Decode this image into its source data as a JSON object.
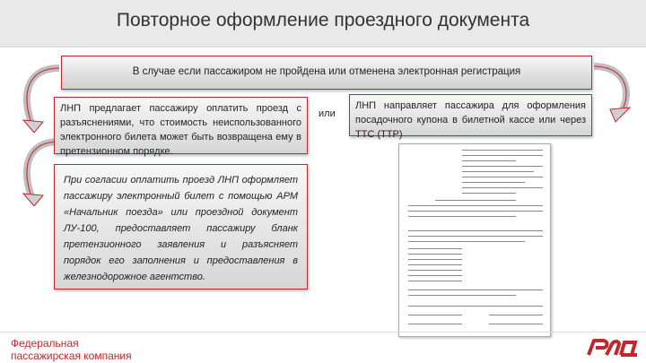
{
  "title": "Повторное оформление проездного документа",
  "banner": "В случае если пассажиром не пройдена или отменена электронная регистрация",
  "left_top_text": "ЛНП предлагает пассажиру оплатить проезд с разъяснениями, что стоимость неиспользованного электронного билета может быть возвращена ему в претензионном порядке.",
  "left_bottom_text": "При согласии оплатить проезд ЛНП оформляет пассажиру электронный билет с помощью АРМ «Начальник поезда» или проездной документ ЛУ-100, предоставляет пассажиру бланк претензионного заявления и разъясняет порядок его заполнения и предоставления в железнодорожное агентство.",
  "or_label": "или",
  "right_text": "ЛНП направляет пассажира для оформления посадочного купона в билетной кассе или через ТТС (ТТР)",
  "footer": {
    "company_line1": "Федеральная",
    "company_line2": "пассажирская компания"
  },
  "colors": {
    "accent": "#c0282d",
    "title_bg": "#e9e9e9"
  }
}
